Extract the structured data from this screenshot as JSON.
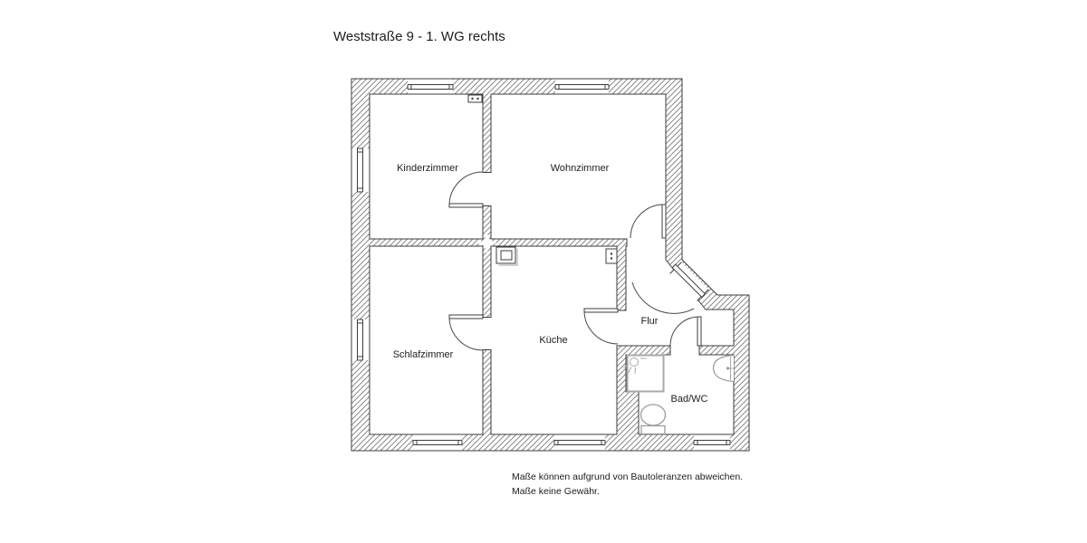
{
  "page": {
    "title": "Weststraße 9 - 1. WG rechts",
    "disclaimer_line1": "Maße können aufgrund von Bautoleranzen abweichen.",
    "disclaimer_line2": "Maße keine Gewähr."
  },
  "floorplan": {
    "rooms": [
      {
        "label": "Kinderzimmer"
      },
      {
        "label": "Wohnzimmer"
      },
      {
        "label": "Schlafzimmer"
      },
      {
        "label": "Küche"
      },
      {
        "label": "Flur"
      },
      {
        "label": "Bad/WC"
      }
    ],
    "symbols": [
      "entrance-door",
      "interior-door",
      "window",
      "shower",
      "shower-head",
      "washbasin",
      "toilet",
      "stove",
      "outlet-box",
      "outlet-box"
    ],
    "colors": {
      "background": "#ffffff",
      "wall_outline": "#3c3c3c",
      "wall_hatch": "#7a7a7a",
      "fixture_gray": "#9c9c9c",
      "text": "#1d1d1d"
    }
  }
}
